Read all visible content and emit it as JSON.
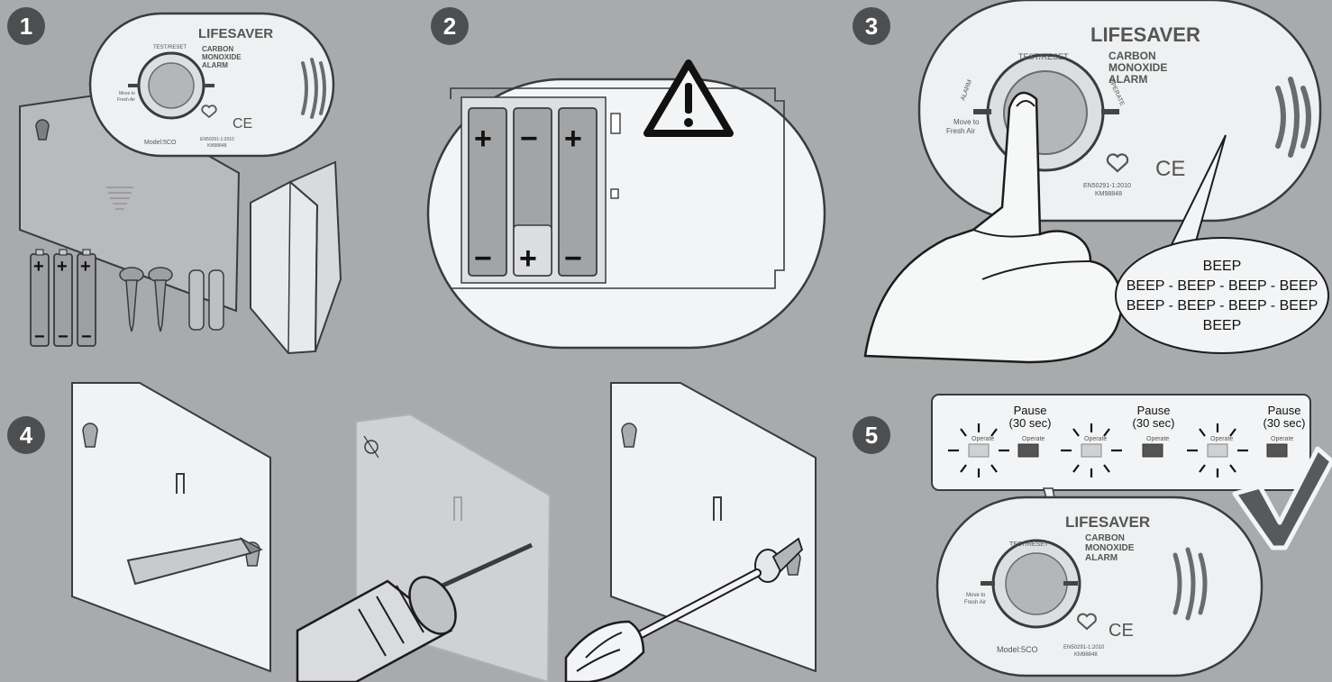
{
  "steps": [
    {
      "number": "1"
    },
    {
      "number": "2"
    },
    {
      "number": "3"
    },
    {
      "number": "4"
    },
    {
      "number": "5"
    }
  ],
  "alarm": {
    "brand": "LIFESAVER",
    "line1": "CARBON",
    "line2": "MONOXIDE",
    "line3": "ALARM",
    "test_reset": "TEST/RESET",
    "alarm_label": "ALARM",
    "operate_label": "OPERATE",
    "move_to": "Move to",
    "fresh_air": "Fresh Air",
    "model": "Model:5CO",
    "standard": "EN50291-1:2010",
    "kitemark": "KM98848",
    "ce": "CE"
  },
  "battery_signs": {
    "plus": "+",
    "minus": "−"
  },
  "beep_bubble": {
    "line1": "BEEP",
    "line2": "BEEP - BEEP - BEEP - BEEP",
    "line3": "BEEP - BEEP - BEEP - BEEP",
    "line4": "BEEP"
  },
  "led_sequence": {
    "operate": "Operate",
    "pause": "Pause",
    "duration": "(30 sec)"
  },
  "colors": {
    "background": "#a9aaac",
    "badge": "#4d4e50",
    "device_body": "#eef0f1",
    "outline": "#3a3b3d"
  }
}
